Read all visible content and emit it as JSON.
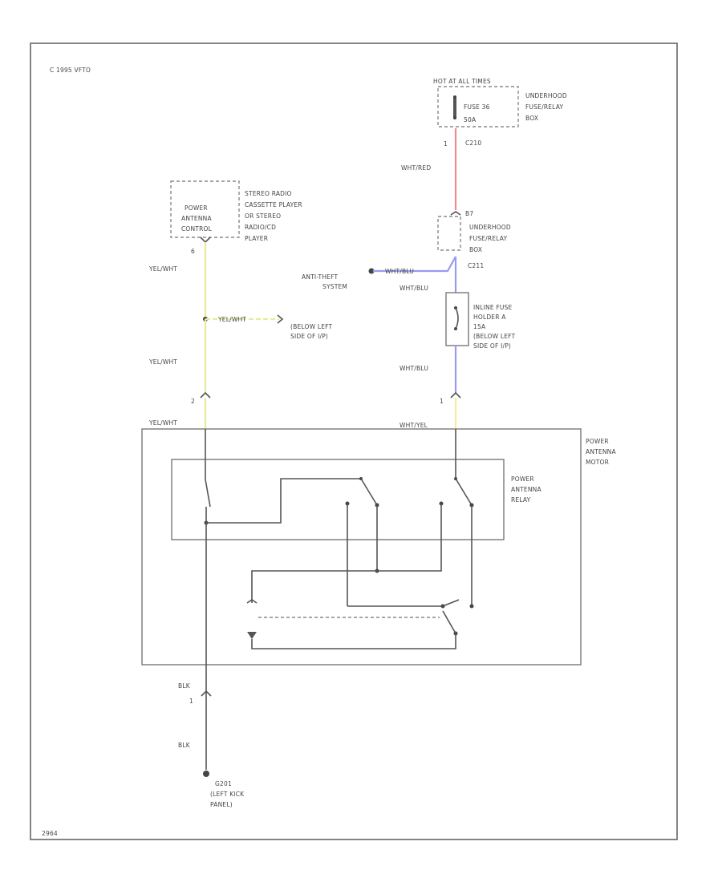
{
  "colors": {
    "yel_wht": "#e8ec9a",
    "wht_red": "#ee8c8c",
    "wht_blu": "#9a9af0",
    "wht_yel": "#eeee99",
    "blk": "#555555",
    "frame": "#777777"
  },
  "header": {
    "copyright": "C 1995 VFTO",
    "footer_code": "2964"
  },
  "components": {
    "hot_at_all_times": "HOT AT ALL TIMES",
    "fuse_36": [
      "FUSE 36",
      "50A"
    ],
    "underhood_fuse_box_top": [
      "UNDERHOOD",
      "FUSE/RELAY",
      "BOX"
    ],
    "connector_c210": "C210",
    "connector_b7": "B7",
    "underhood_fuse_box_mid": [
      "UNDERHOOD",
      "FUSE/RELAY",
      "BOX"
    ],
    "connector_c211": "C211",
    "anti_theft": [
      "ANTI-THEFT",
      "SYSTEM"
    ],
    "inline_fuse": [
      "INLINE FUSE",
      "HOLDER A",
      "15A",
      "(BELOW LEFT",
      "SIDE OF I/P)"
    ],
    "stereo_radio_inner": [
      "POWER",
      "ANTENNA",
      "CONTROL"
    ],
    "stereo_radio": [
      "STEREO RADIO",
      "CASSETTE PLAYER",
      "OR STEREO",
      "RADIO/CD",
      "PLAYER"
    ],
    "below_left": [
      "(BELOW LEFT",
      "SIDE OF I/P)"
    ],
    "power_antenna_motor": [
      "POWER",
      "ANTENNA",
      "MOTOR"
    ],
    "power_antenna_relay": [
      "POWER",
      "ANTENNA",
      "RELAY"
    ],
    "ground": [
      "G201",
      "(LEFT KICK",
      "PANEL)"
    ]
  },
  "wires": {
    "yel_wht_1": "YEL/WHT",
    "yel_wht_2": "YEL/WHT",
    "yel_wht_branch": "YEL/WHT",
    "yel_wht_3": "YEL/WHT",
    "wht_red": "WHT/RED",
    "wht_blu_theft": "WHT/BLU",
    "wht_blu_1": "WHT/BLU",
    "wht_blu_2": "WHT/BLU",
    "wht_yel": "WHT/YEL",
    "blk_1": "BLK",
    "blk_2": "BLK"
  },
  "pins": {
    "radio_pin": "6",
    "motor_pin_left": "2",
    "motor_pin_right": "1",
    "c210_pin": "1",
    "ground_pin": "1"
  }
}
